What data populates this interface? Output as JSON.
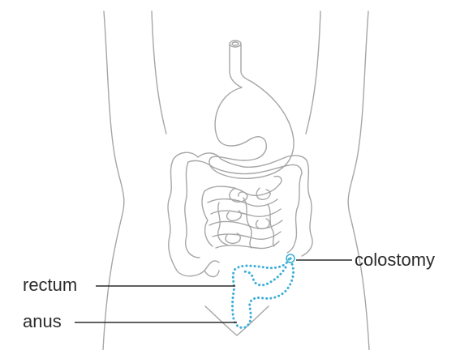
{
  "labels": {
    "colostomy": "colostomy",
    "rectum": "rectum",
    "anus": "anus"
  },
  "colors": {
    "outline": "#a6a6a6",
    "removed_bowel": "#3aaed8",
    "label_text": "#2b2b2b",
    "leader_line": "#2b2b2b"
  }
}
